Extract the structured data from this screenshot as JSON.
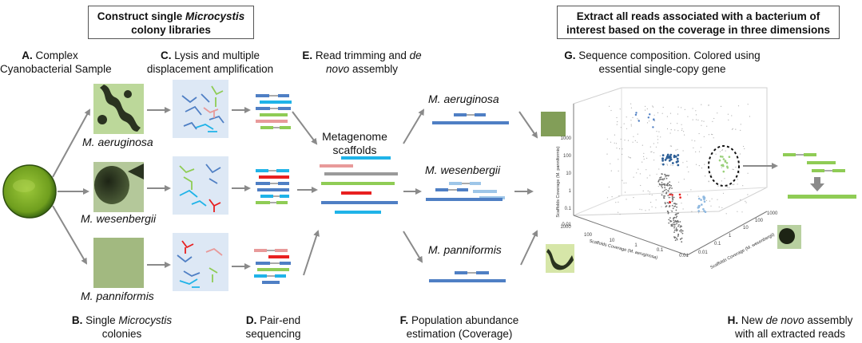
{
  "box_left": {
    "line1_a": "Construct single ",
    "line1_b": "Microcystis",
    "line2": "colony libraries"
  },
  "box_right": {
    "line1": "Extract all reads associated with a bacterium of",
    "line2": "interest based on the coverage in three dimensions"
  },
  "label_a": {
    "letter": "A.",
    "line1": " Complex",
    "line2": "Cyanobacterial Sample"
  },
  "label_b": {
    "letter": "B.",
    "line1_a": " Single ",
    "line1_b": "Microcystis",
    "line2": "colonies"
  },
  "label_c": {
    "letter": "C.",
    "line1": " Lysis and multiple",
    "line2": "displacement amplification"
  },
  "label_d": {
    "letter": "D.",
    "line1": " Pair-end",
    "line2": "sequencing"
  },
  "label_e": {
    "letter": "E.",
    "line1_a": " Read trimming and ",
    "line1_b": "de",
    "line2_a": "novo",
    "line2_b": " assembly"
  },
  "label_f": {
    "letter": "F.",
    "line1": " Population abundance",
    "line2": "estimation (Coverage)"
  },
  "label_g": {
    "letter": "G.",
    "line1": " Sequence composition. Colored using",
    "line2": "essential single-copy gene"
  },
  "label_h": {
    "letter": "H.",
    "line1_a": " New ",
    "line1_b": "de novo",
    "line1_c": " assembly",
    "line2": "with all extracted reads"
  },
  "species": {
    "aeruginosa": "M. aeruginosa",
    "wesenbergii": "M. wesenbergii",
    "panniformis": "M. panniformis"
  },
  "metagenome": {
    "line1": "Metagenome",
    "line2": "scaffolds"
  },
  "plot3d": {
    "zlabel": "Scaffolds Coverage (M. panniformis)",
    "xlabel": "Scaffolds Coverage (M. aeruginosa)",
    "ylabel": "Scaffolds Coverage (M. wesenbergii)",
    "z_ticks": [
      "1000",
      "100",
      "10",
      "1",
      "0.1",
      "0.01"
    ],
    "x_ticks": [
      "1000",
      "100",
      "10",
      "1",
      "0.1",
      "0.01"
    ],
    "y_ticks": [
      "0.01",
      "0.1",
      "1",
      "10",
      "100",
      "1000"
    ]
  },
  "colors": {
    "blue": "#4f7fc4",
    "cyan": "#1fb3e8",
    "green": "#8fcc55",
    "pink": "#e89a9a",
    "red": "#e82020",
    "gray": "#9a9a9a",
    "arrow": "#8a8a8a",
    "panel": "#dde8f5"
  }
}
